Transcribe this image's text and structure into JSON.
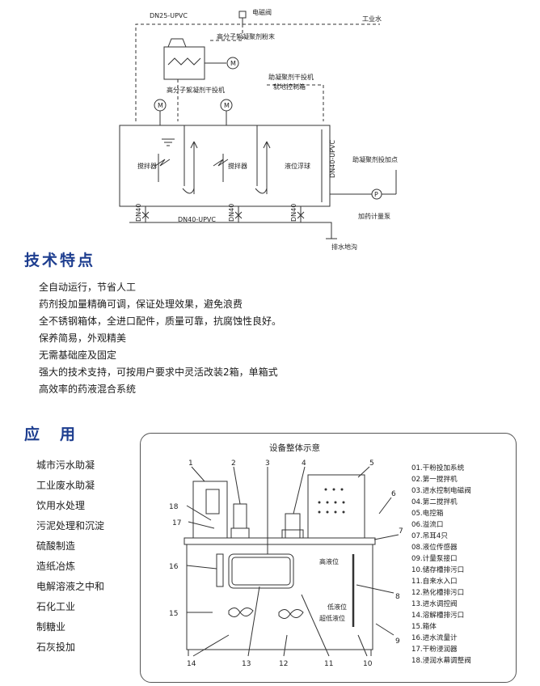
{
  "top_diagram": {
    "pipe_top": "DN25-UPVC",
    "solenoid_valve": "电磁阀",
    "industrial_water": "工业水",
    "polymer_powder": "高分子絮凝聚剂粉末",
    "polymer_feeder": "高分子絮凝剂干投机",
    "control_box_line1": "助凝聚剂干投机",
    "control_box_line2": "就地控制箱",
    "motor_label": "M",
    "pump_label": "P",
    "mixer_1": "搅拌器",
    "mixer_2": "搅拌器",
    "level_float": "液位浮球",
    "pipe_side": "DN40-UPVC",
    "coag_feed_point": "助凝聚剂投加点",
    "dosing_pump": "加药计量泵",
    "drain_ditch": "排水地沟",
    "pipe_bottom": "DN40-UPVC",
    "dn40_a": "DN40",
    "dn40_b": "DN40",
    "dn40_c": "DN40"
  },
  "features": {
    "title": "技术特点",
    "items": [
      "全自动运行，节省人工",
      "药剂投加量精确可调，保证处理效果，避免浪费",
      "全不锈钢箱体，全进口配件，质量可靠，抗腐蚀性良好。",
      "保养简易，外观精美",
      "无需基础座及固定",
      "强大的技术支持，可按用户要求中灵活改装2箱，单箱式",
      "高效率的药液混合系统"
    ]
  },
  "applications": {
    "title": "应　用",
    "items": [
      "城市污水助凝",
      "工业废水助凝",
      "饮用水处理",
      "污泥处理和沉淀",
      "硫酸制造",
      "造纸冶炼",
      "电解溶液之中和",
      "石化工业",
      "制糖业",
      "石灰投加"
    ]
  },
  "equipment": {
    "title": "设备整体示意",
    "high_level": "高液位",
    "low_level": "低液位",
    "ultra_low_level": "超低液位",
    "callouts": [
      "1",
      "2",
      "3",
      "4",
      "5",
      "6",
      "7",
      "8",
      "9",
      "10",
      "11",
      "12",
      "13",
      "14",
      "15",
      "16",
      "17",
      "18"
    ],
    "legend": [
      "01.干粉投加系统",
      "02.第一搅拌机",
      "03.进水控制电磁阀",
      "04.第二搅拌机",
      "05.电控箱",
      "06.溢流口",
      "07.吊耳4只",
      "08.液位传感器",
      "09.计量泵接口",
      "10.储存槽排污口",
      "11.自来水入口",
      "12.熟化槽排污口",
      "13.进水调控阀",
      "14.溶解槽排污口",
      "15.箱体",
      "16.进水流量计",
      "17.干粉浸润器",
      "18.浸润水幕调整阀"
    ]
  }
}
